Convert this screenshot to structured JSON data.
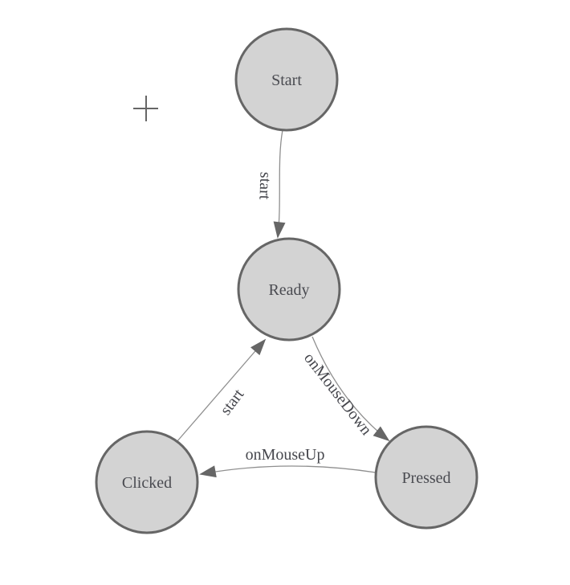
{
  "canvas": {
    "background": "#ffffff",
    "crosshair_icon": "plus-crosshair",
    "colors": {
      "node_fill": "#d3d3d3",
      "node_stroke": "#666666",
      "edge_stroke": "#8f8f8f",
      "arrow_fill": "#666666",
      "text": "#46474d"
    },
    "nodes": [
      {
        "id": "start",
        "label": "Start"
      },
      {
        "id": "ready",
        "label": "Ready"
      },
      {
        "id": "clicked",
        "label": "Clicked"
      },
      {
        "id": "pressed",
        "label": "Pressed"
      }
    ],
    "edges": [
      {
        "from": "Start",
        "to": "Ready",
        "label": "start"
      },
      {
        "from": "Ready",
        "to": "Pressed",
        "label": "onMouseDown"
      },
      {
        "from": "Pressed",
        "to": "Clicked",
        "label": "onMouseUp"
      },
      {
        "from": "Clicked",
        "to": "Ready",
        "label": "start"
      }
    ]
  }
}
